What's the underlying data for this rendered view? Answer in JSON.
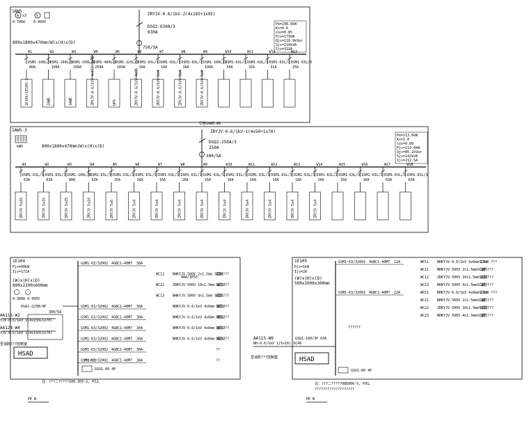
{
  "panel1": {
    "id": "1AW5",
    "feed_cable": "ZRYJV-0.6/1kV-2(4x185+1x95)",
    "main_breaker": "DSQ2-630A/3",
    "main_rating": "630A",
    "ct": "750/5A",
    "meter_a": "A",
    "meter_v": "V",
    "meter_a_range": "0-700A",
    "meter_v_range": "0-460V",
    "x3": "x3",
    "size": "800x1800x470mm(W)x(H)x(D)",
    "calc": [
      "Pe=298.6kW",
      "Kx=0.6",
      "cos=0.85",
      "Pjs=179kW",
      "Qjs=110.9kVar",
      "Sjs=210kVA",
      "Ijs=319A"
    ],
    "feeders": [
      {
        "no": "W1",
        "brk": "DSM1-100L/3",
        "amp": "80A"
      },
      {
        "no": "W2",
        "brk": "DSM1-100L/3",
        "amp": "100A"
      },
      {
        "no": "W3",
        "brk": "DSM1-100L/3",
        "amp": "100A"
      },
      {
        "no": "W4",
        "brk": "DSM1-400L/3",
        "amp": "250A"
      },
      {
        "no": "W5",
        "brk": "DSM1-225L/3",
        "amp": "160A"
      },
      {
        "no": "W6",
        "brk": "DSM1-63L/3",
        "amp": "16A"
      },
      {
        "no": "W7",
        "brk": "DSM1-63L/3",
        "amp": "16A"
      },
      {
        "no": "W8",
        "brk": "DSM1-63L/3",
        "amp": "16A"
      },
      {
        "no": "W9",
        "brk": "DSM1-100L/3",
        "amp": "100A"
      },
      {
        "no": "W10",
        "brk": "DSM1-63L/3",
        "amp": "50A"
      },
      {
        "no": "W11",
        "brk": "DSM1-63L/3",
        "amp": "32A"
      },
      {
        "no": "W12",
        "brk": "DSM1-63L/3",
        "amp": "32A"
      },
      {
        "no": "W13",
        "brk": "DSM1-63L/3",
        "amp": "25A"
      }
    ],
    "loads": [
      "1E101/1E105-1",
      "2AWE",
      "3AWE",
      "ZRYJV-0.6/1kV 4x150+1x70",
      "UPS",
      "ZRYJV-0.6/1kV 4x35",
      "ZRYJV-0.6/1kV 5x4",
      "ZRYJV-0.6/1kV 5x4",
      "ZRYJV-0.6/1kV 5x4"
    ]
  },
  "link_label": "引自1AW5-W9",
  "panel2": {
    "id": "1AW5-3",
    "feed_cable": "ZRYJV-0.6/1kV-1(4x50+1x70)",
    "main_breaker": "DSQ2-250A/3",
    "main_rating": "250A",
    "ct": "300/5A",
    "meter_label": "kWh",
    "size": "800x1800x470mm(W)x(H)x(D)",
    "calc": [
      "Pe=113.6kW",
      "Kx=1.0",
      "cos=0.80",
      "Pjs=113.6kW",
      "Qjs=85.2kVar",
      "Sjs=142kVA",
      "Ijs=212.5A"
    ],
    "feeders": [
      {
        "no": "W1",
        "brk": "DSM1-63L/3",
        "amp": "63A"
      },
      {
        "no": "W2",
        "brk": "DSM1-63L/3",
        "amp": "63A"
      },
      {
        "no": "W3",
        "brk": "DSM1-100L/3",
        "amp": "80A"
      },
      {
        "no": "W4",
        "brk": "DSM1-63L/3",
        "amp": "63A"
      },
      {
        "no": "W5",
        "brk": "DSM1-63L/3",
        "amp": "25A"
      },
      {
        "no": "W6",
        "brk": "DSM1-63L/3",
        "amp": "16A"
      },
      {
        "no": "W7",
        "brk": "DSM1-63L/3",
        "amp": "16A"
      },
      {
        "no": "W8",
        "brk": "DSM1-63L/3",
        "amp": "16A"
      },
      {
        "no": "W9",
        "brk": "DSM1-63L/3",
        "amp": "16A"
      },
      {
        "no": "W10",
        "brk": "DSM1-63L/3",
        "amp": "16A"
      },
      {
        "no": "W11",
        "brk": "DSM1-63L/3",
        "amp": "16A"
      },
      {
        "no": "W12",
        "brk": "DSM1-63L/3",
        "amp": "16A"
      },
      {
        "no": "W13",
        "brk": "DSM1-63L/3",
        "amp": "16A"
      },
      {
        "no": "W14",
        "brk": "DSM1-63L/3",
        "amp": "16A"
      },
      {
        "no": "W15",
        "brk": "DSM1-63L/3",
        "amp": "16A"
      },
      {
        "no": "W16",
        "brk": "DSM1-63L/3",
        "amp": "16A"
      },
      {
        "no": "W17",
        "brk": "DSM1-63L/3",
        "amp": "63A"
      },
      {
        "no": "W18",
        "brk": "DSM1-63L/3",
        "amp": "63A"
      }
    ],
    "loads": [
      "ZRYJV 5x16",
      "ZRYJV 5x16",
      "ZRYJV 5x25",
      "ZRYJV 5x16",
      "ZRYJV 5x6",
      "ZRYJV 5x4",
      "ZRYJV 5x4",
      "ZRYJV 5x4",
      "ZRYJV 5x4",
      "ZRYJV 5x4",
      "ZRYJV 5x4",
      "ZRYJV 5x4",
      "ZRYJV 5x4",
      "ZRYJV 5x4"
    ]
  },
  "box3": {
    "id": "1E104",
    "pe": "Pjs=90kW",
    "ijs": "Ijs=171A",
    "size_label": "(W)x(H)x(D)",
    "size": "800x2200x600mm",
    "meters": "0-300A  0-450V",
    "main": "DSAJ-225M/4P",
    "ct": "300/5A",
    "src1": "AA115-W2",
    "src1_cable": "YJV-0.6/1kV 1(4x150+1x70)",
    "src2": "AA124-W4",
    "src2_cable": "YJV-0.6/1kV 1(4x150+1x70)",
    "ats_label": "HSAD",
    "ats_note": "至消防???控制室",
    "branches": [
      {
        "brk": "GSM1-63/32002",
        "rcd": "4GBC1-40M7",
        "amp": "30A",
        "no": "",
        "cable": "",
        "use": ""
      },
      {
        "brk": "",
        "rcd": "",
        "amp": "",
        "no": "WC11",
        "cable": "NHKYJV-500V 2x1.5mm SC20",
        "use": "消防???"
      },
      {
        "brk": "",
        "rcd": "",
        "amp": "",
        "no": "WC12",
        "cable": "ZRKYJV-500V 10x1.5mm SC32",
        "use": "消防???"
      },
      {
        "brk": "",
        "rcd": "",
        "amp": "",
        "no": "WC13",
        "cable": "NHKYJV-500V 4x1.5mm SC25",
        "use": "消防???"
      },
      {
        "brk": "GSM1-63/32002",
        "rcd": "4GBC1-40M7",
        "amp": "30A",
        "no": "",
        "cable": "NHKYJV-0.6/1kV 4x6mm SC32",
        "use": "消防???"
      },
      {
        "brk": "GSM1-63/32002",
        "rcd": "4GBC1-40M7",
        "amp": "30A",
        "no": "",
        "cable": "NHKYJV-0.6/1kV 4x6mm SC32",
        "use": "消防???"
      },
      {
        "brk": "GSM1-63/32002",
        "rcd": "4GBC1-40M7",
        "amp": "30A",
        "no": "",
        "cable": "NHKYJV-0.6/1kV 4x6mm SC32",
        "use": "消防???"
      },
      {
        "brk": "GSM1-63/32002",
        "rcd": "4GBC1-40M7",
        "amp": "30A",
        "no": "",
        "cable": "NHKYJV-0.6/1kV 4x6mm SC32",
        "use": "消防???"
      },
      {
        "brk": "GSM1-63/32002",
        "rcd": "4GBC1-40M7",
        "amp": "30A",
        "no": "",
        "cable": "",
        "use": "??"
      },
      {
        "brk": "GSM1-63/32002",
        "rcd": "4GBC1-40M7",
        "amp": "30A",
        "no": "",
        "cable": "",
        "use": "??"
      }
    ],
    "ip": "40A/IP55",
    "spd": "GSU1-60 4P",
    "bottom_note": "??????",
    "pe_n": "PE N",
    "footnote": "注：???二?????100.303-2, P12。"
  },
  "box4": {
    "id": "1E105",
    "pe": "Pjs=1kW",
    "ijs": "Ijs=2A",
    "size_label": "(W)x(H)x(D)",
    "size": "500x1000x300mm",
    "main": "GSQ1-100/3P 63A",
    "src": "AA115-W8",
    "src_cable": "NH-0.6/1kV 1(5x16) SC40",
    "ats_label": "HSAD",
    "ats_note": "至消防???控制室",
    "branches": [
      {
        "brk": "GSM1-63/32002",
        "rcd": "4GBC1-40M7",
        "amp": "22A",
        "no": "WP11",
        "cable": "NHKYJV-0.6/1kV 4x6mmSC32",
        "use": "11kW ???"
      },
      {
        "brk": "",
        "rcd": "",
        "amp": "",
        "no": "WC11",
        "cable": "NHKYJV-500V 2x1.5mmSC20",
        "use": "消防???"
      },
      {
        "brk": "",
        "rcd": "",
        "amp": "",
        "no": "WC12",
        "cable": "ZRKYJV-500V 10x1.5mmSC32",
        "use": "消防???"
      },
      {
        "brk": "",
        "rcd": "",
        "amp": "",
        "no": "WC13",
        "cable": "NHKYJV-500V 4x1.5mmSC25",
        "use": "消防???"
      },
      {
        "brk": "GSM1-63/32002",
        "rcd": "4GBC1-40M7",
        "amp": "22A",
        "no": "WP21",
        "cable": "NHKYJV-0.6/1kV 4x6mmSC32",
        "use": "11kW ???"
      },
      {
        "brk": "",
        "rcd": "",
        "amp": "",
        "no": "WC21",
        "cable": "NHKYJV-500V 2x1.5mmSC20",
        "use": "消防???"
      },
      {
        "brk": "",
        "rcd": "",
        "amp": "",
        "no": "WC22",
        "cable": "ZRKYJV-500V 10x1.5mmSC32",
        "use": "消防???"
      },
      {
        "brk": "",
        "rcd": "",
        "amp": "",
        "no": "WC23",
        "cable": "NHKYJV-500V 4x1.5mmSC25",
        "use": "消防???"
      }
    ],
    "spd": "GSU1-60 4P",
    "mid_note": "??????",
    "pe_n": "PE N",
    "footnote1": "注：???二?????08D800-5, P91。",
    "footnote2": "???????????????????"
  }
}
